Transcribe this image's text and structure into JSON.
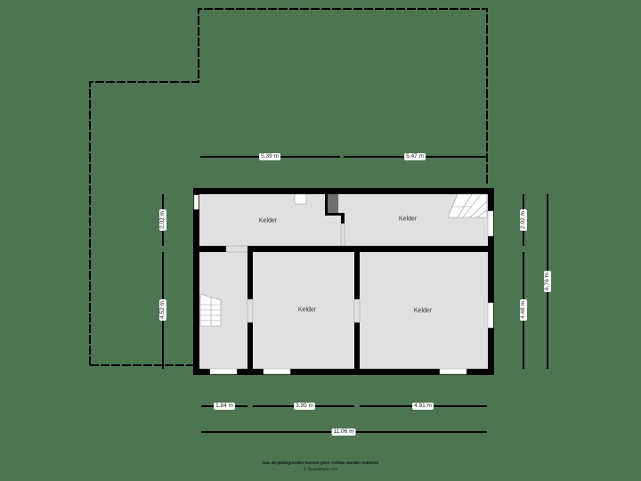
{
  "colors": {
    "background": "#4d7552",
    "floor": "#e0e0e0",
    "wall": "#000000",
    "chimney": "#6e6e6e",
    "label_bg": "#ffffff"
  },
  "rooms": [
    {
      "id": "top-left",
      "label": "Kelder"
    },
    {
      "id": "top-right",
      "label": "Kelder"
    },
    {
      "id": "bottom-middle",
      "label": "Kelder"
    },
    {
      "id": "bottom-right",
      "label": "Kelder"
    }
  ],
  "dimensions": {
    "top": [
      "5.39 m",
      "5.47 m"
    ],
    "left": [
      "2.02 m",
      "4.52 m"
    ],
    "right_inner": [
      "2.02 m",
      "4.48 m"
    ],
    "right_outer": "6.76 m",
    "bottom": [
      "1.84 m",
      "3.95 m",
      "4.91 m"
    ],
    "bottom_total": "11.06 m"
  },
  "footer": {
    "line1": "Aan de plattegronden kunnen geen rechten worden ontleend",
    "line2": "© floorplanner.com"
  }
}
